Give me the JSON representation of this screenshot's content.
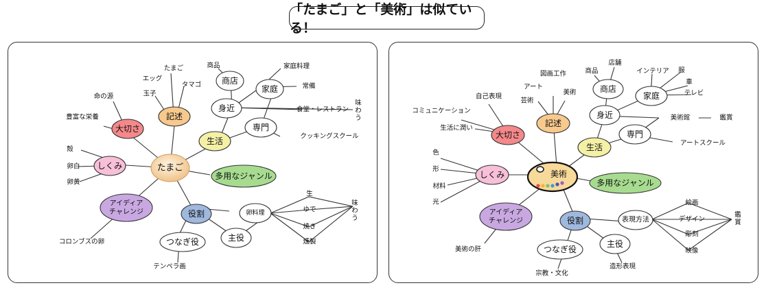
{
  "title": "「たまご」と「美術」は似ている！",
  "left": {
    "center": "たまご",
    "branches": {
      "kiroku": "記述",
      "taisetsu": "大切さ",
      "shikumi": "しくみ",
      "idea": "アイディア\nチャレンジ",
      "yakuwari": "役割",
      "tsunagi": "つなぎ役",
      "shuyaku": "主役",
      "ranryouri": "卵料理",
      "tayou": "多用なジャンル",
      "seikatsu": "生活",
      "mijika": "身近",
      "shouten": "商店",
      "katei": "家庭",
      "senmon": "専門"
    },
    "leaves": {
      "tamago": "たまご",
      "egg": "エッグ",
      "tamago_kata": "タマゴ",
      "tamako": "玉子",
      "inochi": "命の源",
      "houfu": "豊富な栄養",
      "kara": "殻",
      "ranpaku": "卵白",
      "ranou": "卵黄",
      "columbus": "コロンブスの卵",
      "tempera": "テンペラ画",
      "shohin": "商品",
      "kateiryouri": "家庭料理",
      "joubi": "常備",
      "shokudou": "食堂・レストラン",
      "cooking": "クッキングスクール",
      "aji": "味わう",
      "nama": "生",
      "yude": "ゆで",
      "yaki": "焼き",
      "kunsei": "燻製",
      "ajiwau2": "味わう"
    }
  },
  "right": {
    "center": "美術",
    "branches": {
      "kiroku": "記述",
      "taisetsu": "大切さ",
      "shikumi": "しくみ",
      "idea": "アイディア\nチャレンジ",
      "yakuwari": "役割",
      "tsunagi": "つなぎ役",
      "shuyaku": "主役",
      "hyougen": "表現方法",
      "tayou": "多用なジャンル",
      "seikatsu": "生活",
      "mijika": "身近",
      "shouten": "商店",
      "katei": "家庭",
      "senmon": "専門"
    },
    "leaves": {
      "zuga": "図画工作",
      "art": "アート",
      "geijutsu": "芸術",
      "bijutsu": "美術",
      "jiko": "自己表現",
      "comm": "コミュニケーション",
      "uruoi": "生活に潤い",
      "iro": "色",
      "katachi": "形",
      "zairyou": "材料",
      "hikari": "光",
      "kimo": "美術の肝",
      "shuukyou": "宗教・文化",
      "zoukei": "造形表現",
      "shohin": "商品",
      "tenpo": "店舗",
      "interior": "インテリア",
      "fuku": "服",
      "kuruma": "車",
      "tv": "テレビ",
      "bijutsukan": "美術館",
      "kanshou": "鑑賞",
      "artschool": "アートスクール",
      "kaiga": "絵画",
      "design": "デザイン",
      "choukoku": "彫刻",
      "eizou": "映像",
      "kanshou2": "鑑賞"
    }
  },
  "colors": {
    "red": "#f4888a",
    "orange": "#f7c98d",
    "pink": "#f7c0d8",
    "purple": "#c9a8e2",
    "blue": "#9fb8dd",
    "green": "#a7dc90",
    "yellow": "#f4f0a5",
    "egg": "#f5d7a8",
    "palette": "#f7d99a"
  }
}
